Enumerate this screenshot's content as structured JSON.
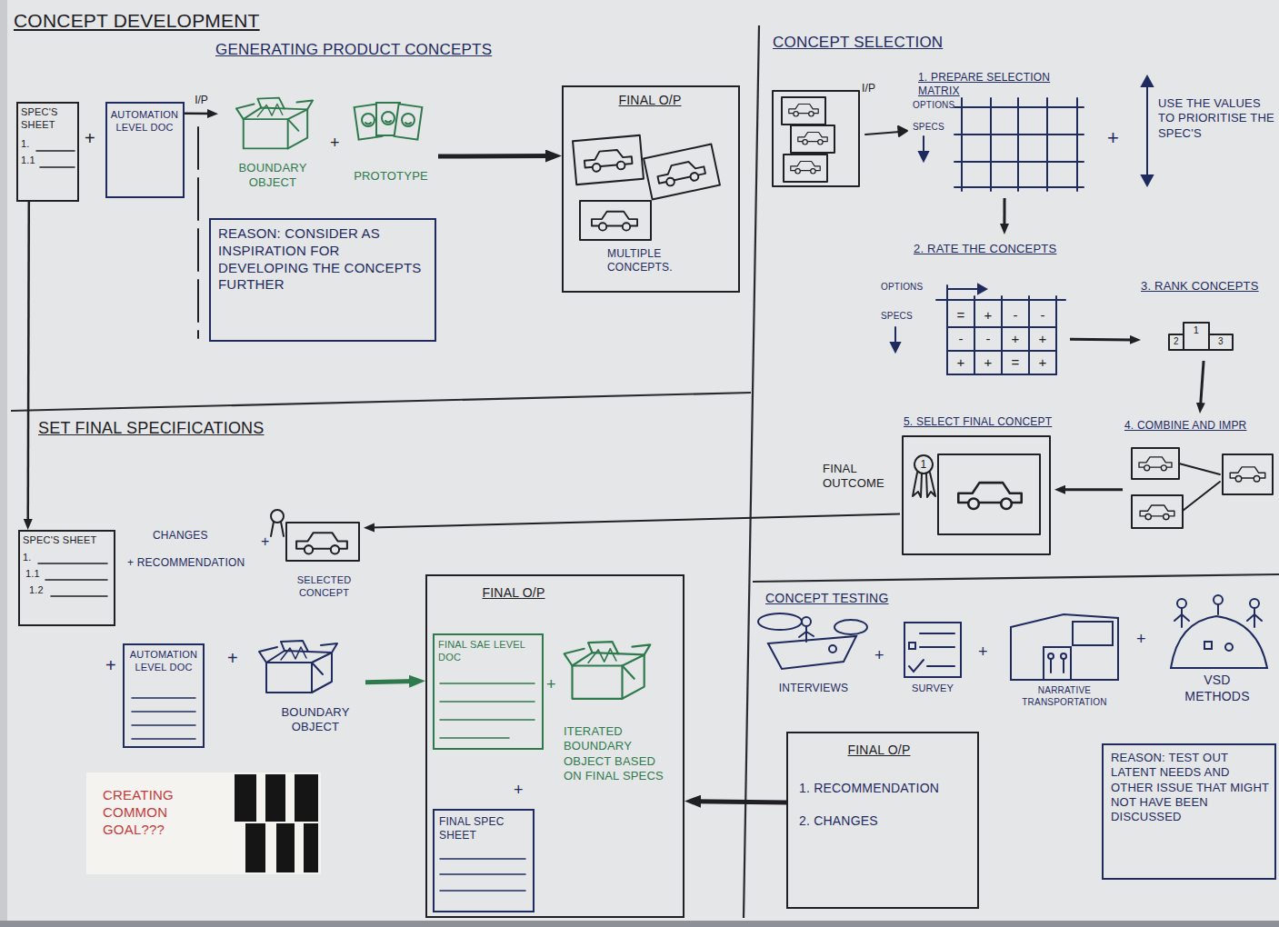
{
  "diagram": {
    "title": "CONCEPT DEVELOPMENT",
    "nodes": [
      {
        "text": [
          "SPEC'S SHEET",
          "1.",
          "1.1"
        ]
      },
      {
        "text": [
          "AUTOMATION LEVEL DOC"
        ]
      },
      {
        "text": [
          "BOUNDARY OBJECT"
        ]
      },
      {
        "text": [
          "PROTOTYPE"
        ]
      },
      {
        "text": [
          "REASON: CONSIDER AS INSPIRATION FOR DEVELOPING THE CONCEPTS FURTHER"
        ]
      },
      {
        "text": [
          "FINAL O/P",
          "MULTIPLE CONCEPTS."
        ]
      },
      {
        "text": [
          "1. PREPARE SELECTION MATRIX",
          "OPTIONS",
          "SPECS"
        ]
      },
      {
        "text": [
          "2. RATE THE CONCEPTS",
          "OPTIONS",
          "SPECS",
          "=",
          "+",
          "-",
          "-",
          "-",
          "-",
          "+",
          "+",
          "+",
          "+",
          "=",
          "+"
        ]
      },
      {
        "text": [
          "3. RANK CONCEPTS",
          "1",
          "2",
          "3"
        ]
      },
      {
        "text": [
          "4. COMBINE AND IMPR"
        ]
      },
      {
        "text": [
          "5. SELECT FINAL CONCEPT",
          "1"
        ]
      },
      {
        "text": [
          "SPEC'S SHEET",
          "1.",
          "1.1",
          "1.2"
        ]
      },
      {
        "text": [
          "SELECTED CONCEPT"
        ]
      },
      {
        "text": [
          "AUTOMATION LEVEL DOC"
        ]
      },
      {
        "text": [
          "BOUNDARY OBJECT"
        ]
      },
      {
        "text": [
          "FINAL O/P"
        ]
      },
      {
        "text": [
          "FINAL SAE LEVEL DOC"
        ],
        "in": 15
      },
      {
        "text": [
          "ITERATED BOUNDARY OBJECT BASED ON FINAL SPECS"
        ],
        "in": 15
      },
      {
        "text": [
          "FINAL SPEC SHEET"
        ],
        "in": 15
      },
      {
        "text": [
          "CREATING COMMON GOAL???"
        ]
      },
      {
        "text": [
          "INTERVIEWS"
        ]
      },
      {
        "text": [
          "SURVEY"
        ]
      },
      {
        "text": [
          "NARRATIVE TRANSPORTATION"
        ]
      },
      {
        "text": [
          "VSD METHODS"
        ]
      },
      {
        "text": [
          "FINAL O/P",
          "1. RECOMMENDATION",
          "2. CHANGES"
        ]
      },
      {
        "text": [
          "REASON: TEST OUT LATENT NEEDS AND OTHER ISSUE THAT MIGHT NOT HAVE BEEN DISCUSSED"
        ]
      }
    ],
    "edges": [
      {
        "from": 1,
        "to": 2,
        "label": "I/P",
        "arrow": "to"
      },
      {
        "from": 3,
        "to": 5,
        "arrow": "to"
      },
      {
        "from": 6,
        "to": 7,
        "arrow": "to"
      },
      {
        "from": 7,
        "to": 8,
        "arrow": "to"
      },
      {
        "from": 8,
        "to": 9,
        "arrow": "to"
      },
      {
        "from": 9,
        "to": 10,
        "arrow": "to"
      },
      {
        "from": 10,
        "to": 12,
        "arrow": "to"
      },
      {
        "from": 0,
        "to": 11,
        "arrow": "to"
      },
      {
        "from": 14,
        "to": 15,
        "arrow": "to"
      },
      {
        "from": 24,
        "to": 15,
        "arrow": "to"
      }
    ],
    "labels": [
      "GENERATING PRODUCT CONCEPTS",
      "+",
      "+",
      "CONCEPT SELECTION",
      "I/P",
      "+",
      "USE THE VALUES TO PRIORITISE THE SPEC'S",
      "FINAL OUTCOME",
      "SET FINAL SPECIFICATIONS",
      "CHANGES",
      "+",
      "+ RECOMMENDATION",
      "+",
      "+",
      "+",
      "+",
      "CONCEPT TESTING",
      "+",
      "+",
      "+"
    ]
  }
}
